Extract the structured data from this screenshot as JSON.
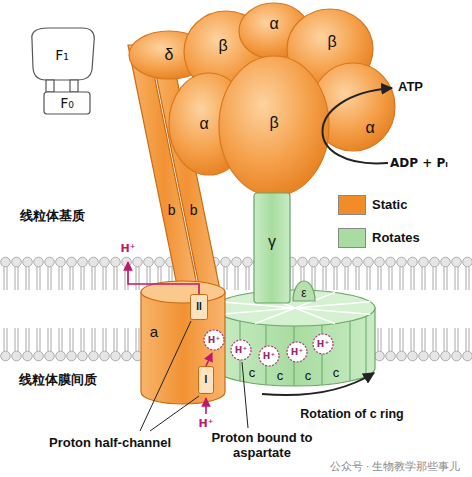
{
  "diagram": {
    "nodes": [
      {
        "text": [
          "b"
        ]
      },
      {
        "text": [
          "b"
        ]
      },
      {
        "text": [
          "δ"
        ]
      },
      {
        "text": [
          "β"
        ]
      },
      {
        "text": [
          "α"
        ]
      },
      {
        "text": [
          "β"
        ]
      },
      {
        "text": [
          "α"
        ]
      },
      {
        "text": [
          "α"
        ]
      },
      {
        "text": [
          "β"
        ]
      },
      {
        "text": [
          "γ"
        ]
      },
      {
        "text": [
          "ε"
        ]
      },
      {
        "text": [
          "a"
        ]
      },
      {
        "text": [
          "II"
        ],
        "in": 11
      },
      {
        "text": [
          "I"
        ],
        "in": 11
      },
      {
        "text": [
          "H⁺"
        ]
      },
      {
        "text": [
          "H⁺"
        ]
      },
      {
        "text": [
          "H⁺"
        ]
      },
      {
        "text": [
          "H⁺"
        ]
      },
      {
        "text": [
          "H⁺"
        ]
      }
    ],
    "labels": [
      "F₁",
      "F₀",
      "ATP",
      "ADP + Pᵢ",
      "线粒体基质",
      "H⁺",
      "线粒体膜间质",
      "c",
      "c",
      "c",
      "c",
      "H⁺",
      "Rotation of c ring",
      "Proton half-channel",
      "Proton bound to aspartate",
      "公众号 · 生物教学那些事儿"
    ],
    "legend": [
      {
        "text": "Static",
        "color": "#f28c28"
      },
      {
        "text": "Rotates",
        "color": "#a8dca0"
      }
    ]
  }
}
